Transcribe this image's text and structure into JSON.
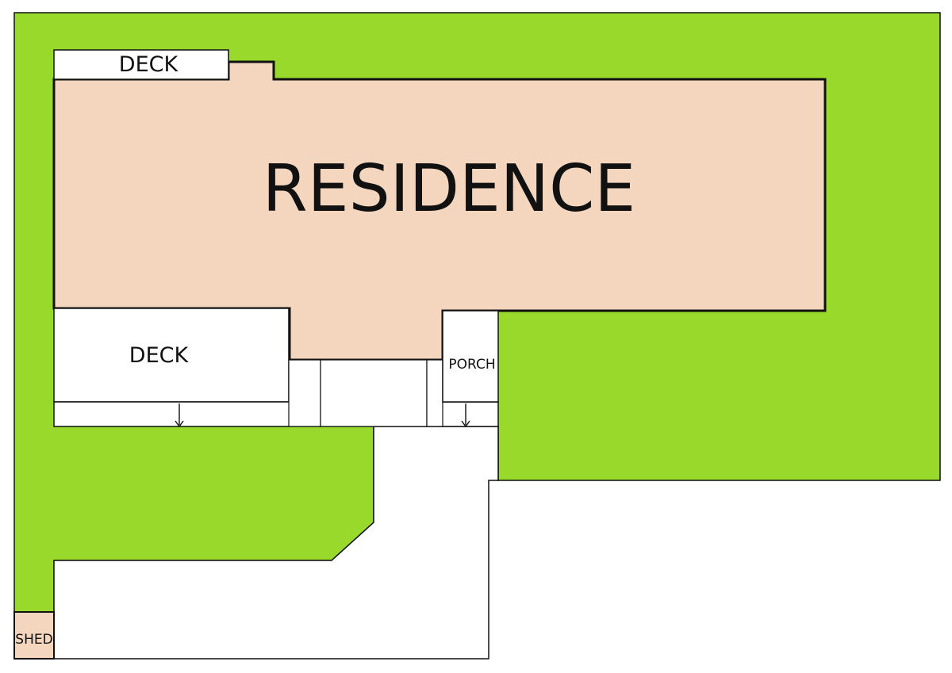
{
  "labels": {
    "residence": "RESIDENCE",
    "deck_top": "DECK",
    "deck_bottom": "DECK",
    "porch": "PORCH",
    "shed": "SHED"
  },
  "colors": {
    "lawn": "#98D92B",
    "building": "#F4D6BE",
    "paving": "#FFFFFF",
    "outline": "#111111"
  }
}
